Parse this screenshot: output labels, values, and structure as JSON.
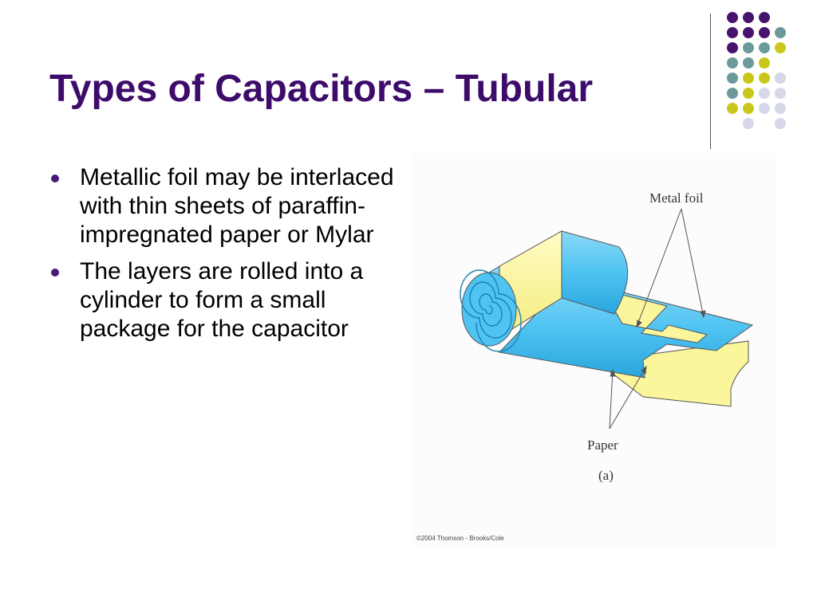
{
  "slide": {
    "title": "Types of Capacitors – Tubular",
    "bullets": [
      "Metallic foil may be interlaced with thin sheets of paraffin-impregnated paper or Mylar",
      "The layers are rolled into a cylinder to form a small package for the capacitor"
    ]
  },
  "figure": {
    "label_metal_foil": "Metal foil",
    "label_paper": "Paper",
    "label_panel": "(a)",
    "copyright": "©2004 Thomson - Brooks/Cole"
  },
  "colors": {
    "title": "#3d0c6b",
    "bullet_dot": "#4a1a78",
    "foil": "#4fc3f2",
    "paper": "#fbf59c",
    "dot_purple": "#47136f",
    "dot_teal": "#6c9a9a",
    "dot_yellow": "#c9c81a",
    "dot_lavender": "#d7d7ea"
  }
}
